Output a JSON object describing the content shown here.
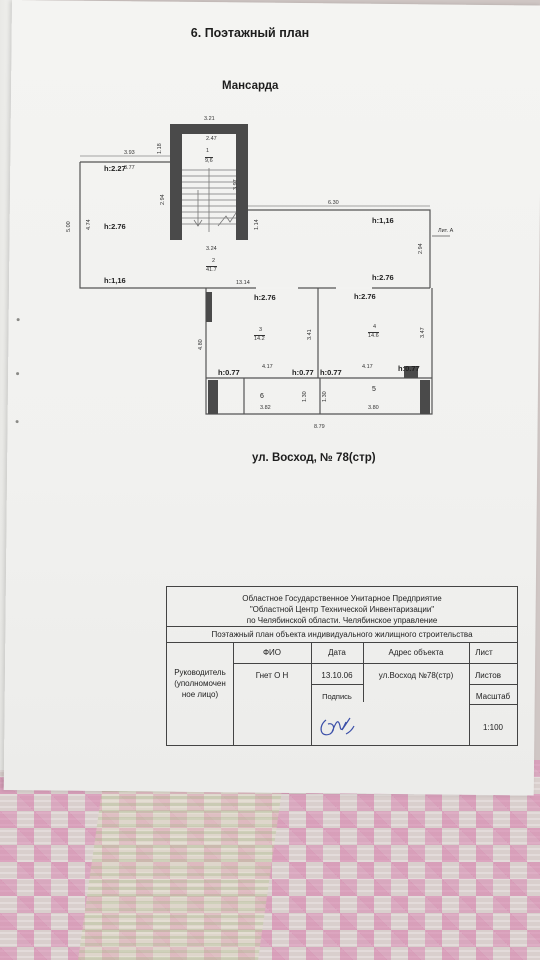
{
  "document": {
    "title": "6. Поэтажный план",
    "subtitle": "Мансарда",
    "address": "ул. Восход, № 78(стр)"
  },
  "plan": {
    "dims": {
      "top_321": "3.21",
      "top_247": "2.47",
      "left_393": "3.93",
      "left_377": "3.77",
      "v_118": "1.18",
      "v_294": "2.94",
      "v_397": "3.97",
      "v_500": "5.00",
      "v_474": "4.74",
      "v_114": "1.14",
      "right_630": "6.30",
      "v_294b": "2.94",
      "mid_324": "3.24",
      "mid_1314": "13.14",
      "v_480": "4.80",
      "v_341": "3.41",
      "v_347": "3.47",
      "w_417a": "4.17",
      "w_417b": "4.17",
      "v_130a": "1.30",
      "v_130b": "1.30",
      "w_382": "3.82",
      "w_380": "3.80",
      "bottom_879": "8.79"
    },
    "heights": {
      "h227": "h:2.27",
      "h276_left": "h:2.76",
      "h116_left": "h:1,16",
      "h116_right": "h:1,16",
      "h276_right": "h:2.76",
      "h276_r3": "h:2.76",
      "h276_r4": "h:2.76",
      "h077_a": "h:0.77",
      "h077_b": "h:0.77",
      "h077_c": "h:0.77",
      "h077_d": "h:0.77"
    },
    "rooms": {
      "r1_num": "1",
      "r1_area": "9,6",
      "r2_num": "2",
      "r2_area": "41.7",
      "r3_num": "3",
      "r3_area": "14.2",
      "r4_num": "4",
      "r4_area": "14.6",
      "r5_num": "5",
      "r6_num": "6"
    },
    "lit_label": "Лит. А"
  },
  "stamp": {
    "org_line1": "Областное Государственное Унитарное Предприятие",
    "org_line2": "\"Областной Центр Технической Инвентаризации\"",
    "org_line3": "по Челябинской области. Челябинское управление",
    "plan_title": "Поэтажный план объекта индивидуального жилищного строительства",
    "role_line1": "Руководитель",
    "role_line2": "(уполномочен",
    "role_line3": "ное лицо)",
    "col_fio": "ФИО",
    "col_date": "Дата",
    "col_address": "Адрес объекта",
    "col_sheet": "Лист",
    "col_sheets": "Листов",
    "col_scale": "Масштаб",
    "fio_value": "Гнет О Н",
    "date_value": "13.10.06",
    "address_value": "ул.Восход №78(стр)",
    "sign_label": "Подпись",
    "scale_value": "1:100"
  }
}
